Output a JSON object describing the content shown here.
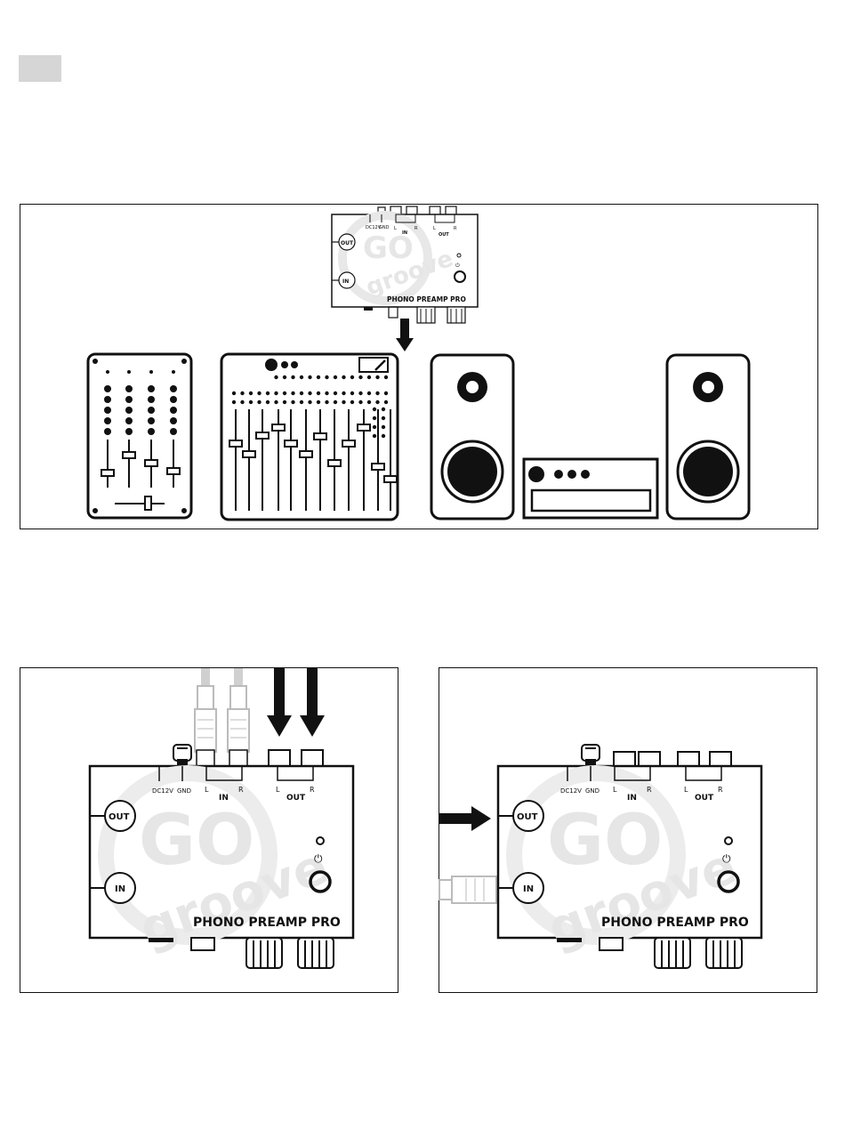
{
  "device": {
    "title": "PHONO PREAMP PRO",
    "brand_top": "GO",
    "brand_bottom": "groove",
    "port_out": "OUT",
    "port_in": "IN",
    "dc_label": "DC12V",
    "gnd_label": "GND",
    "in_label": "IN",
    "out_label": "OUT",
    "left": "L",
    "right": "R",
    "power_symbol": "⏻"
  },
  "icons": {
    "arrow": "arrow-icon",
    "rca_plug": "rca-plug-icon",
    "dj_mixer": "dj-mixer-icon",
    "studio_mixer": "studio-mixer-icon",
    "speaker": "speaker-icon",
    "amplifier": "amplifier-icon",
    "power_plug": "power-plug-icon"
  }
}
